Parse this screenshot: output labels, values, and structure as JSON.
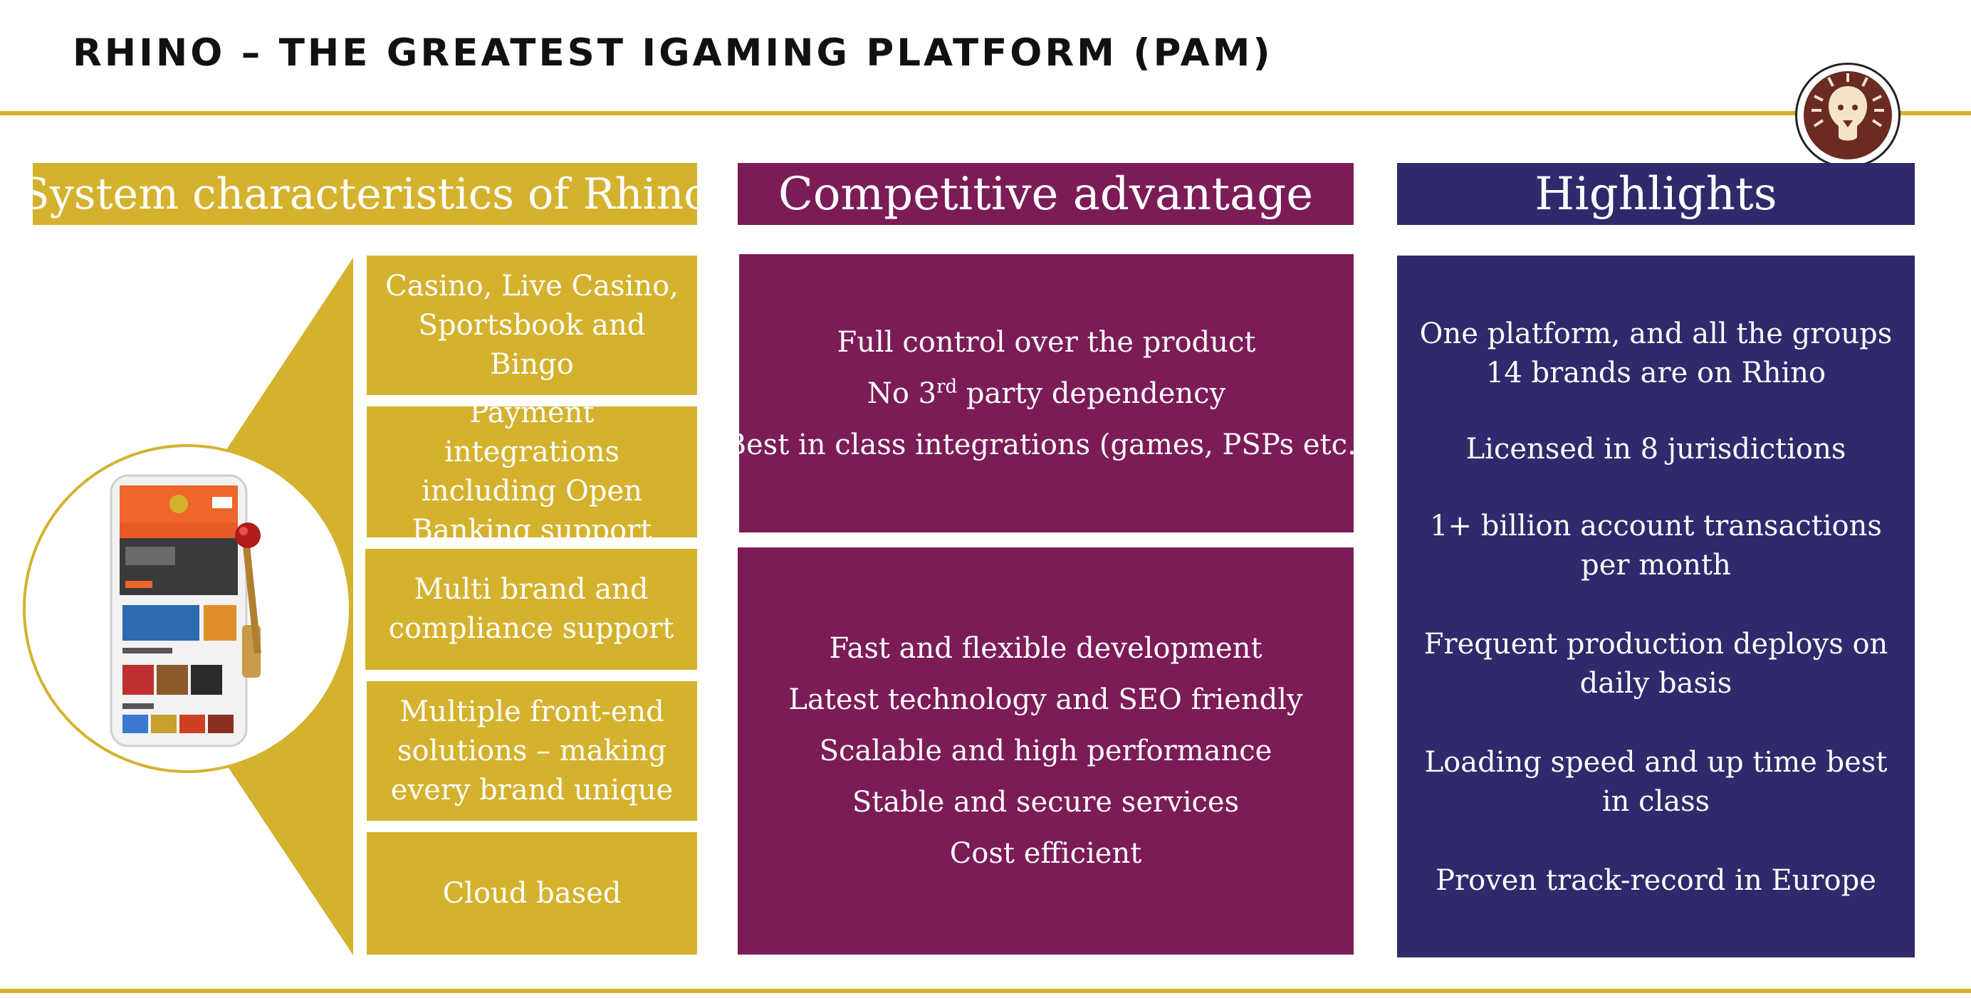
{
  "slide": {
    "title": "RHINO – THE GREATEST IGAMING PLATFORM (PAM)"
  },
  "columns": {
    "system": {
      "heading": "System characteristics of Rhino",
      "features": [
        "Casino, Live Casino, Sportsbook and Bingo",
        "Payment integrations including Open Banking support",
        "Multi brand and compliance support",
        "Multiple front-end solutions – making every brand unique",
        "Cloud based"
      ]
    },
    "advantage": {
      "heading": "Competitive advantage",
      "group1": {
        "line1": "Full control over the product",
        "line2_pre": "No 3",
        "line2_sup": "rd",
        "line2_post": " party dependency",
        "line3": "Best in class integrations (games, PSPs etc.)"
      },
      "group2": [
        "Fast and flexible development",
        "Latest technology and SEO friendly",
        "Scalable and high performance",
        "Stable and secure services",
        "Cost efficient"
      ]
    },
    "highlights": {
      "heading": "Highlights",
      "items": [
        "One platform, and all the groups 14 brands are on Rhino",
        "Licensed in 8 jurisdictions",
        "1+ billion account transactions per month",
        "Frequent production deploys on daily basis",
        "Loading speed and up time best in class",
        "Proven track-record in Europe"
      ]
    }
  },
  "colors": {
    "gold": "#d4b22e",
    "plum": "#7b1c57",
    "navy": "#2e2a6b"
  },
  "icons": [
    "lion-logo-icon",
    "phone-slot-machine-illustration"
  ]
}
